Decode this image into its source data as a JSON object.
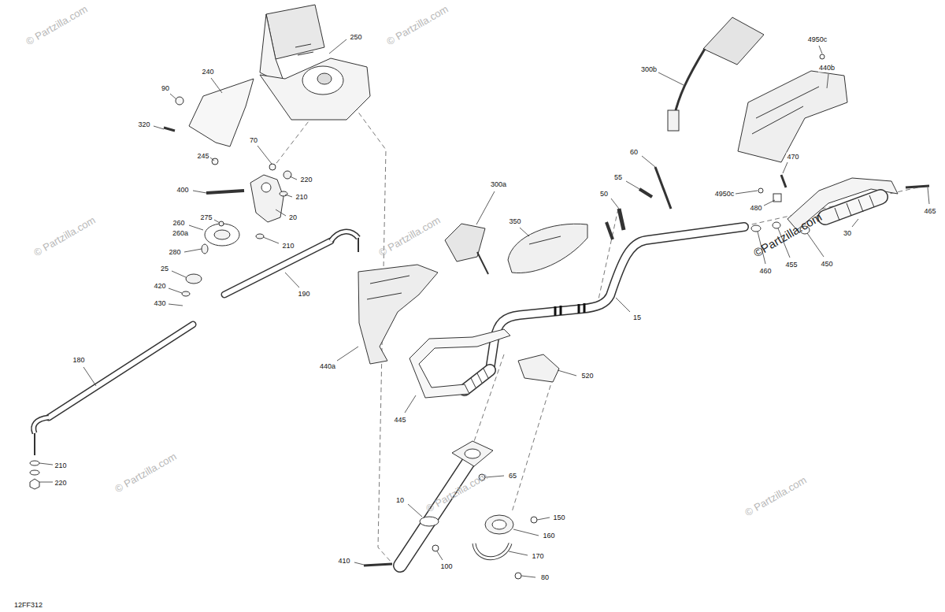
{
  "diagram": {
    "labels": [
      "250",
      "90",
      "240",
      "320",
      "245",
      "70",
      "220",
      "400",
      "210",
      "20",
      "275",
      "260",
      "260a",
      "280",
      "210",
      "25",
      "420",
      "190",
      "430",
      "180",
      "210",
      "220",
      "410",
      "100",
      "10",
      "65",
      "150",
      "160",
      "170",
      "80",
      "520",
      "445",
      "440a",
      "300a",
      "350",
      "15",
      "60",
      "55",
      "50",
      "300b",
      "4950c",
      "440b",
      "470",
      "4950c",
      "480",
      "465",
      "460",
      "455",
      "450",
      "30",
      "12FF312",
      "© Partzilla.com",
      "© Partzilla.com",
      "© Partzilla.com",
      "© Partzilla.com",
      "© Partzilla.com",
      "© Partzilla.com",
      "© Partzilla.com",
      "©Partzilla.com"
    ]
  }
}
